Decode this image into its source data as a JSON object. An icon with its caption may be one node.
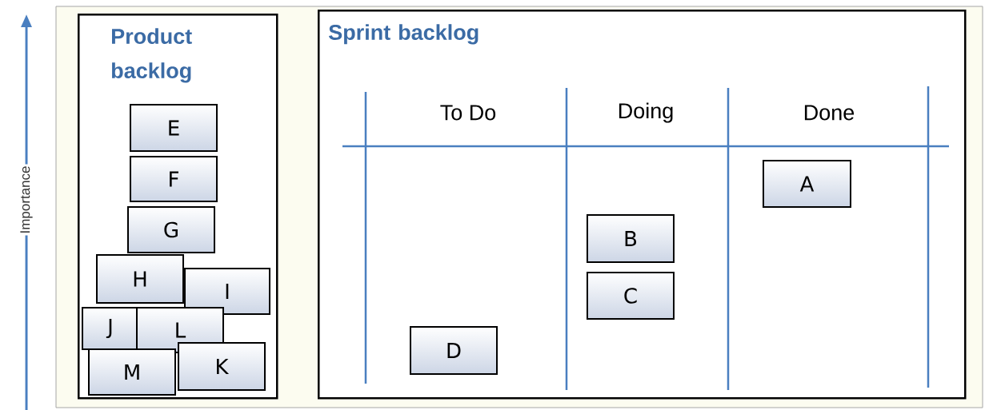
{
  "diagram": {
    "nodes": [
      {
        "text": [
          "Product backlog"
        ]
      },
      {
        "text": [
          "E"
        ],
        "in": 0
      },
      {
        "text": [
          "F"
        ],
        "in": 0
      },
      {
        "text": [
          "G"
        ],
        "in": 0
      },
      {
        "text": [
          "H"
        ],
        "in": 0
      },
      {
        "text": [
          "I"
        ],
        "in": 0
      },
      {
        "text": [
          "J"
        ],
        "in": 0
      },
      {
        "text": [
          "L"
        ],
        "in": 0
      },
      {
        "text": [
          "K"
        ],
        "in": 0
      },
      {
        "text": [
          "M"
        ],
        "in": 0
      },
      {
        "text": [
          "Sprint backlog"
        ]
      },
      {
        "text": [
          "A"
        ],
        "in": 10
      },
      {
        "text": [
          "B"
        ],
        "in": 10
      },
      {
        "text": [
          "C"
        ],
        "in": 10
      },
      {
        "text": [
          "D"
        ],
        "in": 10
      }
    ],
    "edges": [],
    "labels": [
      "Importance",
      "To Do",
      "Doing",
      "Done"
    ]
  }
}
